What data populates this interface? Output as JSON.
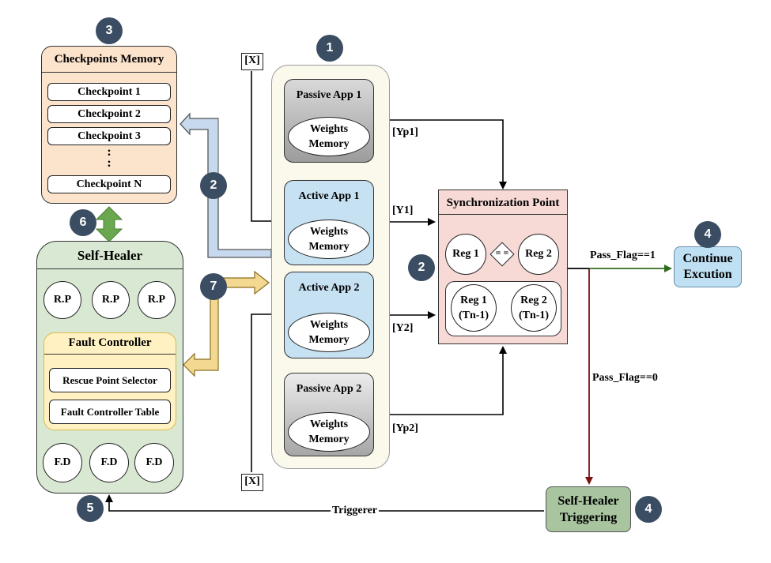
{
  "checkpoints_memory": {
    "title": "Checkpoints Memory",
    "items": [
      "Checkpoint 1",
      "Checkpoint 2",
      "Checkpoint 3",
      "Checkpoint N"
    ],
    "ellipsis": ":"
  },
  "self_healer": {
    "title": "Self-Healer",
    "rescue_points": [
      "R.P",
      "R.P",
      "R.P"
    ],
    "fault_controller": {
      "title": "Fault Controller",
      "rows": [
        "Rescue Point Selector",
        "Fault Controller Table"
      ]
    },
    "fault_detectors": [
      "F.D",
      "F.D",
      "F.D"
    ]
  },
  "apps": [
    {
      "title": "Passive App 1",
      "memory_line1": "Weights",
      "memory_line2": "Memory",
      "output": "[Yp1]"
    },
    {
      "title": "Active App 1",
      "memory_line1": "Weights",
      "memory_line2": "Memory",
      "output": "[Y1]"
    },
    {
      "title": "Active App 2",
      "memory_line1": "Weights",
      "memory_line2": "Memory",
      "output": "[Y2]"
    },
    {
      "title": "Passive App 2",
      "memory_line1": "Weights",
      "memory_line2": "Memory",
      "output": "[Yp2]"
    }
  ],
  "inputs": {
    "top": "[X]",
    "bottom": "[X]"
  },
  "sync_point": {
    "title": "Synchronization Point",
    "reg1": "Reg 1",
    "compare": "= =",
    "reg2": "Reg 2",
    "prev_reg1_line1": "Reg 1",
    "prev_reg1_line2": "(Tn-1)",
    "prev_reg2_line1": "Reg 2",
    "prev_reg2_line2": "(Tn-1)"
  },
  "continue": {
    "line1": "Continue",
    "line2": "Excution"
  },
  "trigger_box": {
    "line1": "Self-Healer",
    "line2": "Triggering"
  },
  "edges": {
    "pass1": "Pass_Flag==1",
    "pass0": "Pass_Flag==0",
    "triggerer": "Triggerer"
  },
  "badges": {
    "apps": "1",
    "checkpoint_link": "2",
    "sync": "2",
    "memory": "3",
    "continue": "4",
    "trigger": "4",
    "self_healer": "5",
    "memory_link": "6",
    "fault_link": "7"
  },
  "colors": {
    "memory_fill": "#fbe3cc",
    "healer_fill": "#d9e8d2",
    "fault_fill": "#fff1c2",
    "active_fill": "#c6e1f2",
    "passive_fill": "#d9d9d9",
    "sync_fill": "#f7d9d6",
    "apps_container": "#fbf8ec",
    "continue_fill": "#bfe0f2",
    "trigger_fill": "#a9c5a0",
    "pass1_line": "#2f6b1f",
    "pass0_line": "#7a1010",
    "badge": "#3b4d63",
    "green_arrow": "#6aa84f",
    "yellow_arrow": "#e7c66b"
  }
}
